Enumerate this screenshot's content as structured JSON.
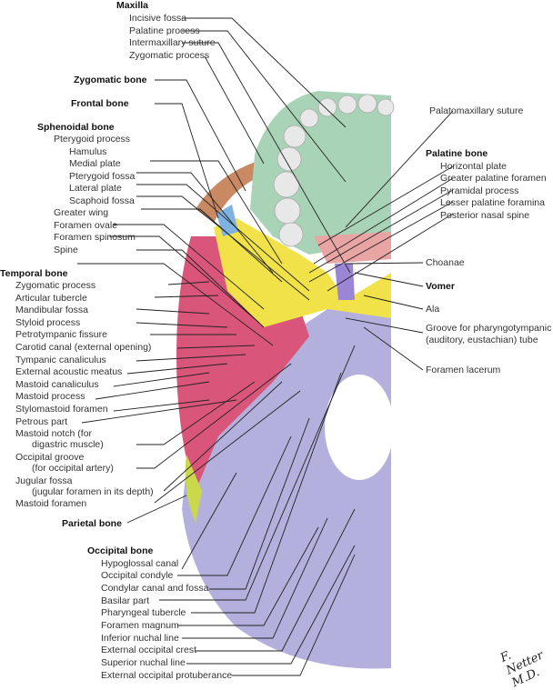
{
  "title": "Inferior view of the skull (base of skull), left half",
  "groups": {
    "maxilla": {
      "header": "Maxilla",
      "items": [
        "Incisive fossa",
        "Palatine process",
        "Intermaxillary suture",
        "Zygomatic process"
      ]
    },
    "zygomatic": {
      "header": "Zygomatic bone"
    },
    "frontal": {
      "header": "Frontal bone"
    },
    "sphenoidal": {
      "header": "Sphenoidal bone",
      "items": [
        "Pterygoid process",
        "Hamulus",
        "Medial plate",
        "Pterygoid fossa",
        "Lateral plate",
        "Scaphoid fossa",
        "Greater wing",
        "Foramen ovale",
        "Foramen spinosum",
        "Spine"
      ]
    },
    "temporal": {
      "header": "Temporal bone",
      "items": [
        "Zygomatic process",
        "Articular tubercle",
        "Mandibular fossa",
        "Styloid process",
        "Petrotympanic fissure",
        "Carotid canal (external opening)",
        "Tympanic canaliculus",
        "External acoustic meatus",
        "Mastoid canaliculus",
        "Mastoid process",
        "Stylomastoid foramen",
        "Petrous part",
        "Mastoid notch (for",
        "digastric muscle)",
        "Occipital groove",
        "(for occipital artery)",
        "Jugular fossa",
        "(jugular foramen in its depth)",
        "Mastoid foramen"
      ]
    },
    "parietal": {
      "header": "Parietal bone"
    },
    "occipital": {
      "header": "Occipital bone",
      "items": [
        "Hypoglossal canal",
        "Occipital condyle",
        "Condylar canal and fossa",
        "Basilar part",
        "Pharyngeal tubercle",
        "Foramen magnum",
        "Inferior nuchal line",
        "External occipital crest",
        "Superior nuchal line",
        "External occipital protuberance"
      ]
    },
    "right": {
      "palatomaxillary": "Palatomaxillary suture",
      "palatine_header": "Palatine bone",
      "palatine_items": [
        "Horizontal plate",
        "Greater palatine foramen",
        "Pyramidal process",
        "Lesser palatine foramina",
        "Posterior nasal spine"
      ],
      "choanae": "Choanae",
      "vomer_header": "Vomer",
      "ala": "Ala",
      "groove": "Groove for pharyngotympanic",
      "groove2": "(auditory, eustachian) tube",
      "lacerum": "Foramen lacerum"
    }
  },
  "signature": "F. Netter M.D.",
  "colors": {
    "maxilla": "#a9d3b6",
    "palatine": "#e9a4a4",
    "sphenoid": "#f2e24a",
    "temporal": "#d9557a",
    "occipital": "#b3b0dd",
    "zygomatic": "#c98a63",
    "frontal": "#7fb2e0",
    "parietal": "#c9d94a",
    "vomer": "#9b86d6",
    "teeth": "#e8e8e8"
  }
}
